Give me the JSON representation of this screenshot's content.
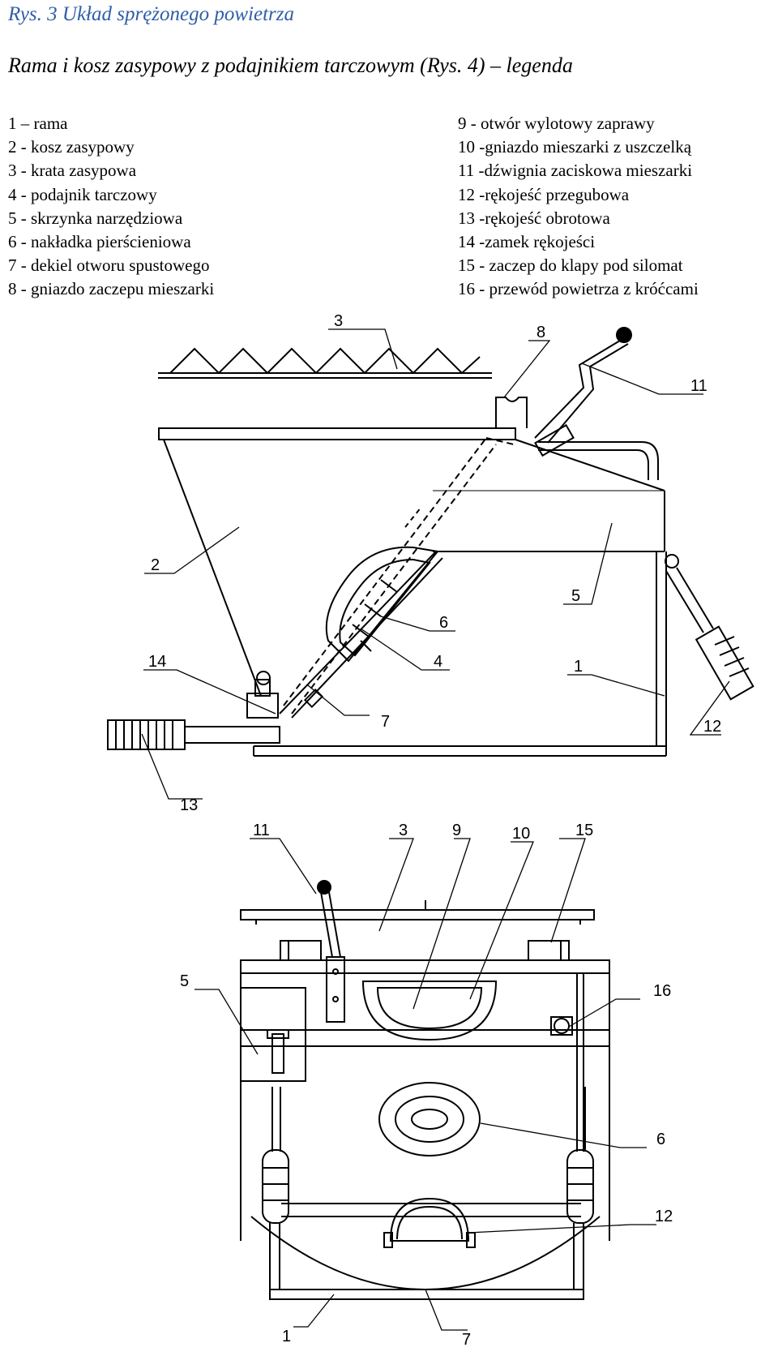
{
  "title": "Rys. 3 Układ sprężonego powietrza",
  "subtitle": "Rama i kosz zasypowy z podajnikiem tarczowym (Rys. 4) – legenda",
  "legend_left": [
    "1 – rama",
    "2 - kosz zasypowy",
    "3 - krata zasypowa",
    "4 - podajnik tarczowy",
    "5 - skrzynka narzędziowa",
    "6 - nakładka pierścieniowa",
    "7 - dekiel otworu spustowego",
    "8 - gniazdo zaczepu mieszarki"
  ],
  "legend_right": [
    "9 - otwór wylotowy zaprawy",
    "10 -gniazdo mieszarki z uszczelką",
    "11 -dźwignia zaciskowa mieszarki",
    "12 -rękojeść przegubowa",
    "13 -rękojeść obrotowa",
    "14 -zamek rękojeści",
    "15 - zaczep do klapy pod silomat",
    "16 - przewód powietrza z króćcami"
  ],
  "side_view_callouts": [
    "3",
    "8",
    "11",
    "2",
    "5",
    "6",
    "14",
    "4",
    "1",
    "7",
    "12",
    "13"
  ],
  "front_view_callouts": [
    "11",
    "3",
    "9",
    "10",
    "15",
    "5",
    "16",
    "6",
    "12",
    "1",
    "7"
  ]
}
